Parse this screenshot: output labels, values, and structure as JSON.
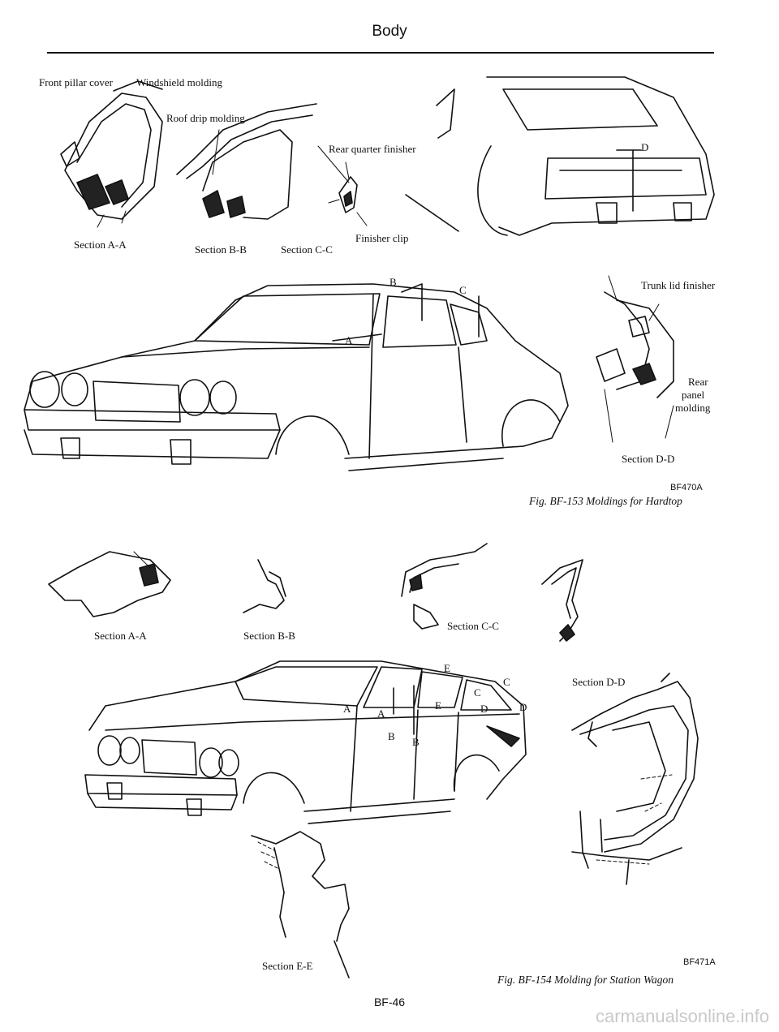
{
  "header": {
    "title": "Body"
  },
  "fig153": {
    "labels": {
      "front_pillar_cover": "Front pillar cover",
      "windshield_molding": "Windshield molding",
      "roof_drip_molding": "Roof drip molding",
      "rear_quarter_finisher": "Rear quarter finisher",
      "finisher_clip": "Finisher clip",
      "trunk_lid_finisher": "Trunk lid finisher",
      "rear_panel_molding_1": "Rear",
      "rear_panel_molding_2": "panel",
      "rear_panel_molding_3": "molding",
      "section_aa": "Section A-A",
      "section_bb": "Section B-B",
      "section_cc": "Section C-C",
      "section_dd": "Section D-D"
    },
    "arrows": {
      "a": "A",
      "b": "B",
      "c": "C",
      "d": "D"
    },
    "code": "BF470A",
    "caption": "Fig. BF-153 Moldings for Hardtop"
  },
  "fig154": {
    "labels": {
      "section_aa": "Section A-A",
      "section_bb": "Section B-B",
      "section_cc": "Section C-C",
      "section_dd": "Section D-D",
      "section_ee": "Section E-E"
    },
    "arrows": {
      "a1": "A",
      "a2": "A",
      "b1": "B",
      "b2": "B",
      "c1": "C",
      "c2": "C",
      "d1": "D",
      "d2": "D",
      "e1": "E",
      "e2": "E"
    },
    "code": "BF471A",
    "caption": "Fig. BF-154 Molding for Station Wagon"
  },
  "footer": {
    "page": "BF-46"
  },
  "watermark": "carmanualsonline.info"
}
